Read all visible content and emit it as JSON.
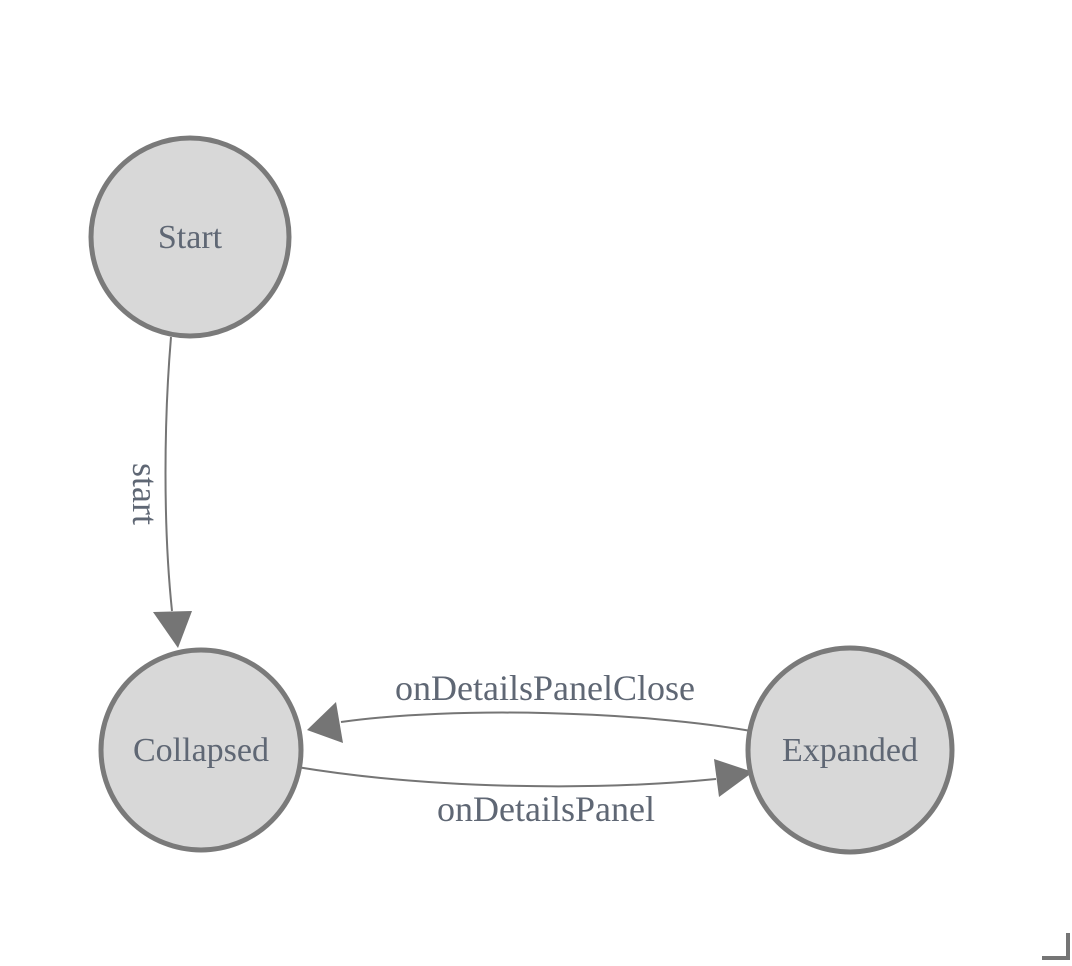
{
  "diagram": {
    "nodes": [
      {
        "id": "Start",
        "label": "Start"
      },
      {
        "id": "Collapsed",
        "label": "Collapsed"
      },
      {
        "id": "Expanded",
        "label": "Expanded"
      }
    ],
    "edges": [
      {
        "from": "Start",
        "to": "Collapsed",
        "label": "start"
      },
      {
        "from": "Expanded",
        "to": "Collapsed",
        "label": "onDetailsPanelClose"
      },
      {
        "from": "Collapsed",
        "to": "Expanded",
        "label": "onDetailsPanel"
      }
    ],
    "colors": {
      "background": "#ffffff",
      "node_fill": "#d8d8d8",
      "node_border": "#7a7a7a",
      "edge_line": "#757575",
      "arrowhead": "#757575",
      "label_text": "#5f6774"
    }
  }
}
